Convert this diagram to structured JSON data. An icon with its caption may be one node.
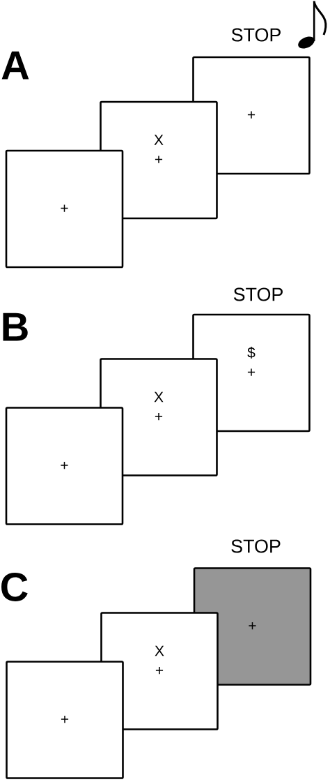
{
  "diagram": {
    "nodes": [
      {
        "text": [
          "+"
        ]
      },
      {
        "text": [
          "X",
          "+"
        ]
      },
      {
        "text": [
          "+"
        ],
        "beside": [
          "STOP"
        ]
      },
      {
        "text": [
          "+"
        ]
      },
      {
        "text": [
          "X",
          "+"
        ]
      },
      {
        "text": [
          "$",
          "+"
        ],
        "beside": [
          "STOP"
        ]
      },
      {
        "text": [
          "+"
        ]
      },
      {
        "text": [
          "X",
          "+"
        ]
      },
      {
        "text": [
          "+"
        ],
        "beside": [
          "STOP"
        ]
      }
    ],
    "labels": [
      "A",
      "B",
      "C"
    ]
  }
}
